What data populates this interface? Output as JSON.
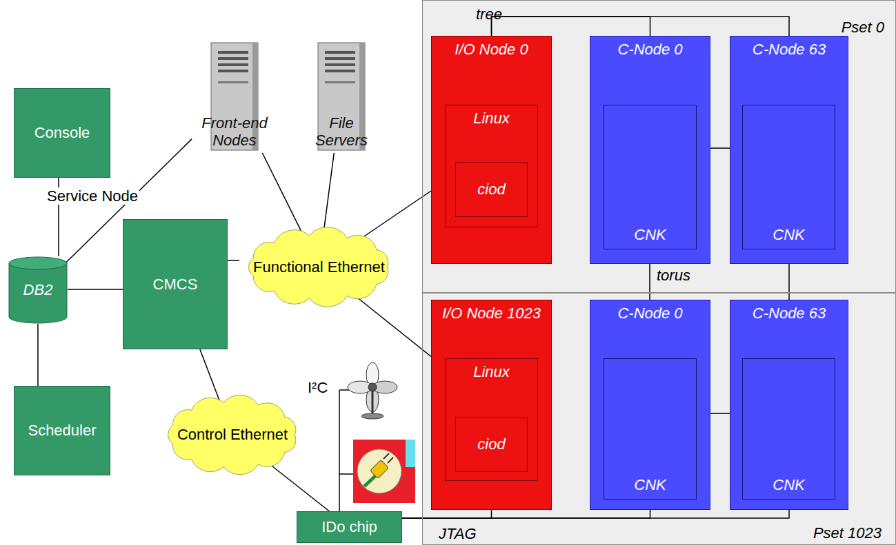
{
  "diagram": {
    "nodes": [
      {
        "text": [
          "Console"
        ]
      },
      {
        "text": [
          "Front-end Nodes"
        ]
      },
      {
        "text": [
          "File Servers"
        ]
      },
      {
        "text": [
          "Pset 0"
        ]
      },
      {
        "text": [
          "I/O Node 0"
        ],
        "in": 3
      },
      {
        "text": [
          "Linux"
        ],
        "in": 4
      },
      {
        "text": [
          "ciod"
        ],
        "in": 5
      },
      {
        "text": [
          "C-Node 0"
        ],
        "in": 3
      },
      {
        "text": [
          "CNK"
        ],
        "in": 7
      },
      {
        "text": [
          "C-Node 63"
        ],
        "in": 3
      },
      {
        "text": [
          "CNK"
        ],
        "in": 9
      },
      {
        "text": [
          "DB2"
        ]
      },
      {
        "text": [
          "CMCS"
        ]
      },
      {
        "text": [
          "Functional Ethernet"
        ]
      },
      {
        "text": [
          "Pset 1023"
        ]
      },
      {
        "text": [
          "I/O Node 1023"
        ],
        "in": 14
      },
      {
        "text": [
          "Linux"
        ],
        "in": 15
      },
      {
        "text": [
          "ciod"
        ],
        "in": 16
      },
      {
        "text": [
          "C-Node 0"
        ],
        "in": 14
      },
      {
        "text": [
          "CNK"
        ],
        "in": 18
      },
      {
        "text": [
          "C-Node 63"
        ],
        "in": 14
      },
      {
        "text": [
          "CNK"
        ],
        "in": 20
      },
      {
        "text": [
          "Control Ethernet"
        ]
      },
      {
        "text": [
          "IDo chip"
        ]
      },
      {
        "text": [
          "Scheduler"
        ]
      }
    ],
    "edges": [
      {
        "from": 0,
        "to": 11,
        "arrow": "none"
      },
      {
        "from": 11,
        "to": 1,
        "arrow": "none"
      },
      {
        "from": 11,
        "to": 12,
        "arrow": "none"
      },
      {
        "from": 11,
        "to": 24,
        "arrow": "none"
      },
      {
        "from": 12,
        "to": 13,
        "arrow": "none"
      },
      {
        "from": 1,
        "to": 13,
        "arrow": "none"
      },
      {
        "from": 2,
        "to": 13,
        "arrow": "none"
      },
      {
        "from": 13,
        "to": 4,
        "arrow": "none"
      },
      {
        "from": 13,
        "to": 15,
        "arrow": "none"
      },
      {
        "from": 12,
        "to": 22,
        "arrow": "none"
      },
      {
        "from": 22,
        "to": 23,
        "arrow": "none"
      },
      {
        "from": 4,
        "to": 7,
        "arrow": "none"
      },
      {
        "from": 4,
        "to": 9,
        "arrow": "none"
      },
      {
        "from": 7,
        "to": 9,
        "arrow": "none"
      },
      {
        "from": 7,
        "to": 18,
        "arrow": "none"
      },
      {
        "from": 9,
        "to": 20,
        "arrow": "none"
      },
      {
        "from": 18,
        "to": 20,
        "arrow": "none"
      },
      {
        "from": 23,
        "to": 15,
        "arrow": "none"
      },
      {
        "from": 23,
        "to": 18,
        "arrow": "none"
      },
      {
        "from": 23,
        "to": 20,
        "arrow": "none"
      }
    ],
    "labels": [
      "tree",
      "Service Node",
      "torus",
      "I²C",
      "JTAG"
    ]
  }
}
